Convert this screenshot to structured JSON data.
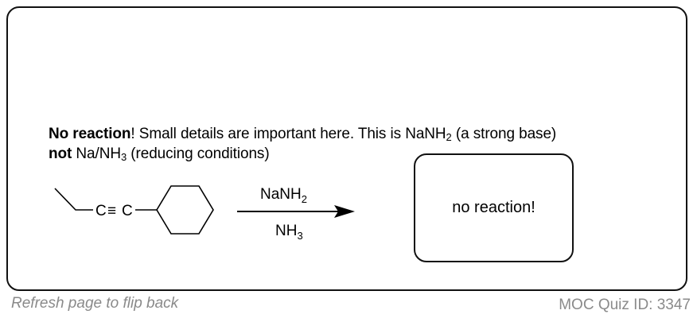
{
  "explanation": {
    "line1_bold": "No reaction",
    "line1_a": "! Small details are important here. This is NaNH",
    "line1_sub": "2",
    "line1_b": " (a strong base)",
    "line2_bold": "not",
    "line2_a": " Na/NH",
    "line2_sub": "3",
    "line2_b": " (reducing conditions)"
  },
  "scheme": {
    "alkyne_c1": "C",
    "alkyne_triple": "≡",
    "alkyne_c2": "C",
    "reagent_top": "NaNH",
    "reagent_top_sub": "2",
    "reagent_bottom": "NH",
    "reagent_bottom_sub": "3"
  },
  "product_box": {
    "label": "no reaction!"
  },
  "footer": {
    "flip_hint": "Refresh page to flip back",
    "quiz_id": "MOC Quiz ID: 3347"
  }
}
